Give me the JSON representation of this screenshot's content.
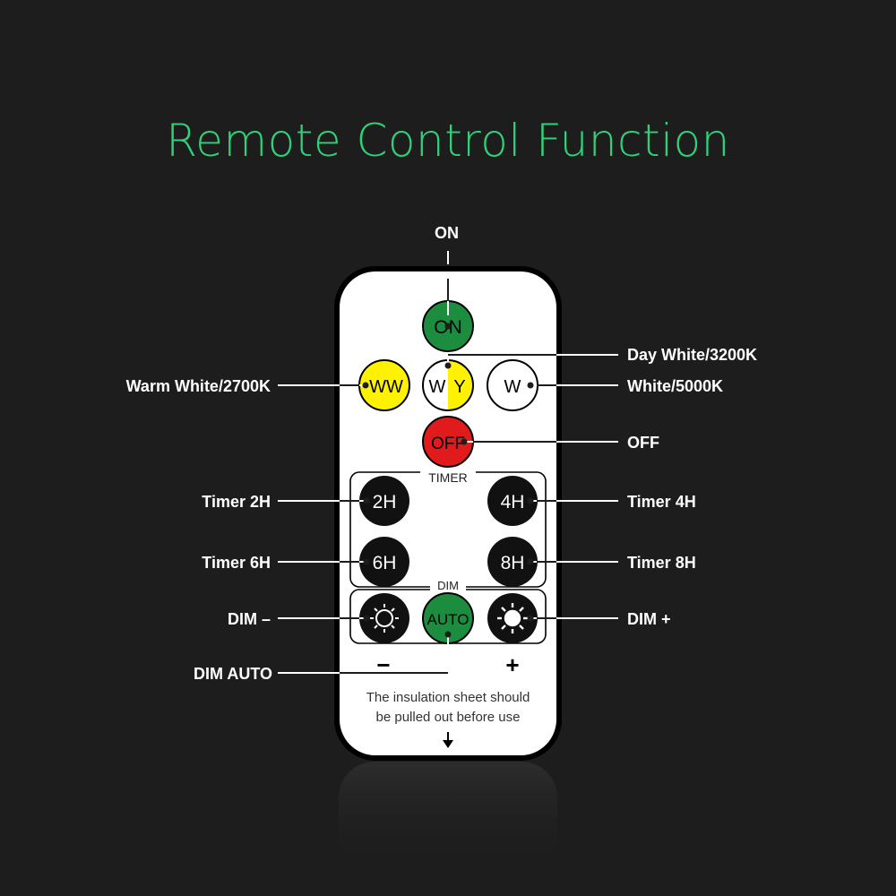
{
  "title": "Remote Control Function",
  "colors": {
    "background": "#1d1d1d",
    "title": "#2fd27a",
    "button_green": "#1c8d3f",
    "button_red": "#e11b1b",
    "button_yellow": "#fff200",
    "button_black": "#111111"
  },
  "buttons": {
    "on": "ON",
    "ww": "WW",
    "wy_w": "W",
    "wy_y": "Y",
    "w": "W",
    "off": "OFF",
    "timer_2h": "2H",
    "timer_4h": "4H",
    "timer_6h": "6H",
    "timer_8h": "8H",
    "auto": "AUTO",
    "minus": "−",
    "plus": "+"
  },
  "groups": {
    "timer": "TIMER",
    "dim": "DIM"
  },
  "callouts": {
    "on": "ON",
    "day_white": "Day White/3200K",
    "warm_white": "Warm White/2700K",
    "white": "White/5000K",
    "off": "OFF",
    "timer_2h": "Timer 2H",
    "timer_4h": "Timer 4H",
    "timer_6h": "Timer 6H",
    "timer_8h": "Timer 8H",
    "dim_minus": "DIM –",
    "dim_plus": "DIM +",
    "dim_auto": "DIM AUTO"
  },
  "note": {
    "line1": "The insulation sheet should",
    "line2": "be pulled out before use"
  },
  "icons": [
    "sun-outline-icon",
    "sun-filled-icon",
    "down-arrow-icon"
  ]
}
